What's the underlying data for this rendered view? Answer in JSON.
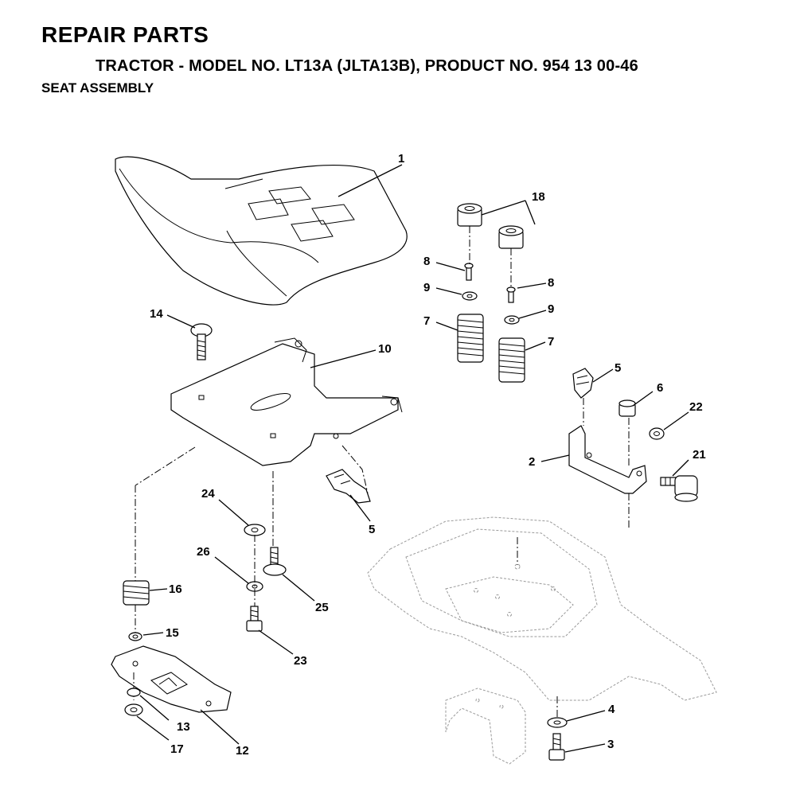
{
  "header": {
    "title": "REPAIR PARTS",
    "subtitle": "TRACTOR - MODEL NO. LT13A (JLTA13B), PRODUCT NO. 954 13 00-46",
    "section": "SEAT ASSEMBLY"
  },
  "callouts": {
    "c1": "1",
    "c2": "2",
    "c3": "3",
    "c4": "4",
    "c5a": "5",
    "c5b": "5",
    "c6": "6",
    "c7a": "7",
    "c7b": "7",
    "c8a": "8",
    "c8b": "8",
    "c9a": "9",
    "c9b": "9",
    "c10": "10",
    "c12": "12",
    "c13": "13",
    "c14": "14",
    "c15": "15",
    "c16": "16",
    "c17": "17",
    "c18": "18",
    "c21": "21",
    "c22": "22",
    "c23": "23",
    "c24": "24",
    "c25": "25",
    "c26": "26"
  },
  "parts": {
    "seat": "seat-1",
    "seat_pan": "seat-pan-10",
    "bracket": "bracket-2",
    "frame": "tractor-frame",
    "pivot_plate": "pivot-plate-12"
  }
}
